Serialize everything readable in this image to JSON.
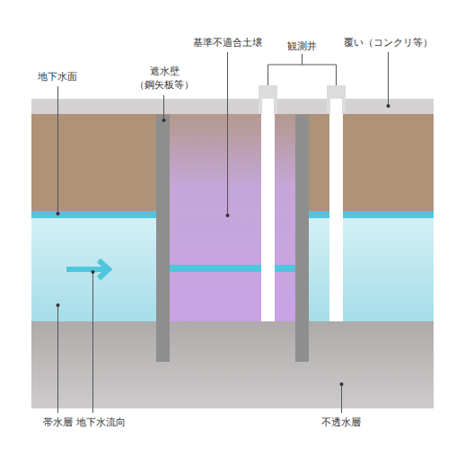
{
  "diagram": {
    "labels": [
      "地下水面",
      "遮水壁 （鋼矢板等）",
      "基準不適合土壌",
      "観測井",
      "覆い（コンクリ等）",
      "帯水層",
      "地下水流向",
      "不透水層"
    ]
  }
}
